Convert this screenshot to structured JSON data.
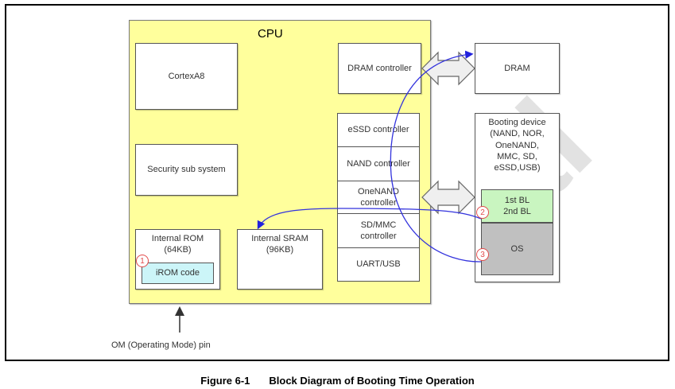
{
  "cpu": {
    "label": "CPU",
    "blocks": {
      "cortex": "CortexA8",
      "security": "Security sub system",
      "internal_rom_line1": "Internal ROM",
      "internal_rom_line2": "(64KB)",
      "irom_code": "iROM code",
      "internal_sram_line1": "Internal SRAM",
      "internal_sram_line2": "(96KB)",
      "dram_controller": "DRAM controller"
    },
    "controllers": [
      {
        "line1": "eSSD controller",
        "line2": ""
      },
      {
        "line1": "NAND controller",
        "line2": ""
      },
      {
        "line1": "OneNAND",
        "line2": "controller"
      },
      {
        "line1": "SD/MMC",
        "line2": "controller"
      },
      {
        "line1": "UART/USB",
        "line2": ""
      }
    ]
  },
  "external": {
    "dram": "DRAM",
    "booting_device": {
      "lines": [
        "Booting device",
        "(NAND, NOR,",
        "OneNAND,",
        "MMC, SD,",
        "eSSD,USB)"
      ],
      "bl_line1": "1st BL",
      "bl_line2": "2nd BL",
      "os": "OS"
    }
  },
  "om_pin_label": "OM (Operating Mode) pin",
  "steps": [
    "1",
    "2",
    "3"
  ],
  "caption": {
    "number": "Figure 6-1",
    "title": "Block Diagram of Booting Time Operation"
  },
  "colors": {
    "cpu_fill": "#ffff9c",
    "irom_fill": "#ccf5f8",
    "bl_fill": "#c9f5c0",
    "os_fill": "#c0c0c0",
    "flow_line": "#3333dd",
    "step_badge": "#e24a4a"
  }
}
